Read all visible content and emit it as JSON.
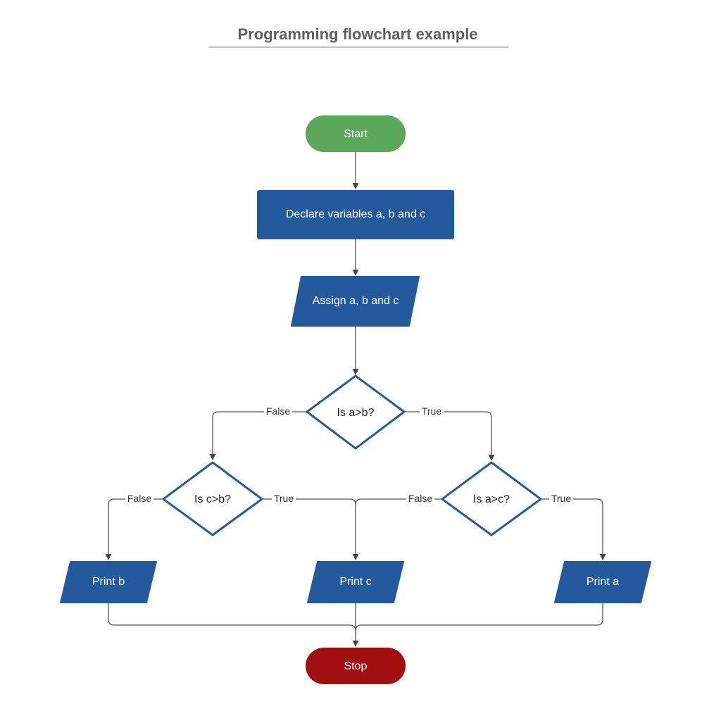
{
  "title": "Programming flowchart example",
  "colors": {
    "start": "#5ba85a",
    "stop": "#a30f11",
    "process": "#245a9b",
    "decision_stroke": "#2d5a96",
    "decision_fill": "#ffffff",
    "line": "#555555",
    "title": "#5f5f5f"
  },
  "nodes": {
    "start": "Start",
    "declare": "Declare variables a, b and c",
    "assign": "Assign a, b and c",
    "is_a_gt_b": "Is a>b?",
    "is_c_gt_b": "Is c>b?",
    "is_a_gt_c": "Is a>c?",
    "print_b": "Print b",
    "print_c": "Print c",
    "print_a": "Print a",
    "stop": "Stop"
  },
  "edges": {
    "a_gt_b_false": "False",
    "a_gt_b_true": "True",
    "c_gt_b_false": "False",
    "c_gt_b_true": "True",
    "a_gt_c_false": "False",
    "a_gt_c_true": "True"
  }
}
